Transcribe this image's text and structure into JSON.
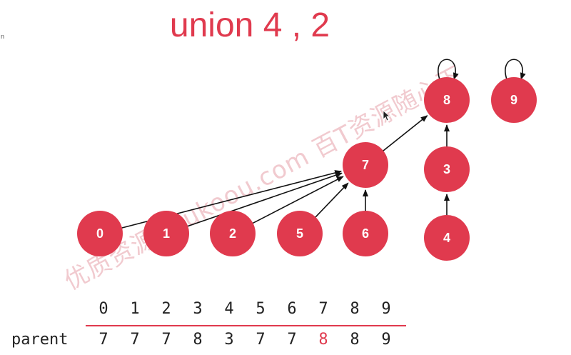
{
  "title": "union 4 , 2",
  "corner_mark": "n",
  "watermark": "优质资源网 ukoou.com 百T资源随心下",
  "colors": {
    "node": "#e03a4e",
    "edge": "#111111",
    "highlight": "#e03a4e"
  },
  "nodes": [
    {
      "id": "0",
      "label": "0"
    },
    {
      "id": "1",
      "label": "1"
    },
    {
      "id": "2",
      "label": "2"
    },
    {
      "id": "5",
      "label": "5"
    },
    {
      "id": "6",
      "label": "6"
    },
    {
      "id": "7",
      "label": "7"
    },
    {
      "id": "3",
      "label": "3"
    },
    {
      "id": "4",
      "label": "4"
    },
    {
      "id": "8",
      "label": "8"
    },
    {
      "id": "9",
      "label": "9"
    }
  ],
  "edges": [
    {
      "from": "0",
      "to": "7"
    },
    {
      "from": "1",
      "to": "7"
    },
    {
      "from": "2",
      "to": "7"
    },
    {
      "from": "5",
      "to": "7"
    },
    {
      "from": "6",
      "to": "7"
    },
    {
      "from": "7",
      "to": "8"
    },
    {
      "from": "3",
      "to": "8"
    },
    {
      "from": "4",
      "to": "3"
    },
    {
      "from": "8",
      "to": "8"
    },
    {
      "from": "9",
      "to": "9"
    }
  ],
  "table": {
    "row_label": "parent",
    "index": [
      "0",
      "1",
      "2",
      "3",
      "4",
      "5",
      "6",
      "7",
      "8",
      "9"
    ],
    "parent": [
      "7",
      "7",
      "7",
      "8",
      "3",
      "7",
      "7",
      "8",
      "8",
      "9"
    ],
    "highlight_index": 7
  }
}
